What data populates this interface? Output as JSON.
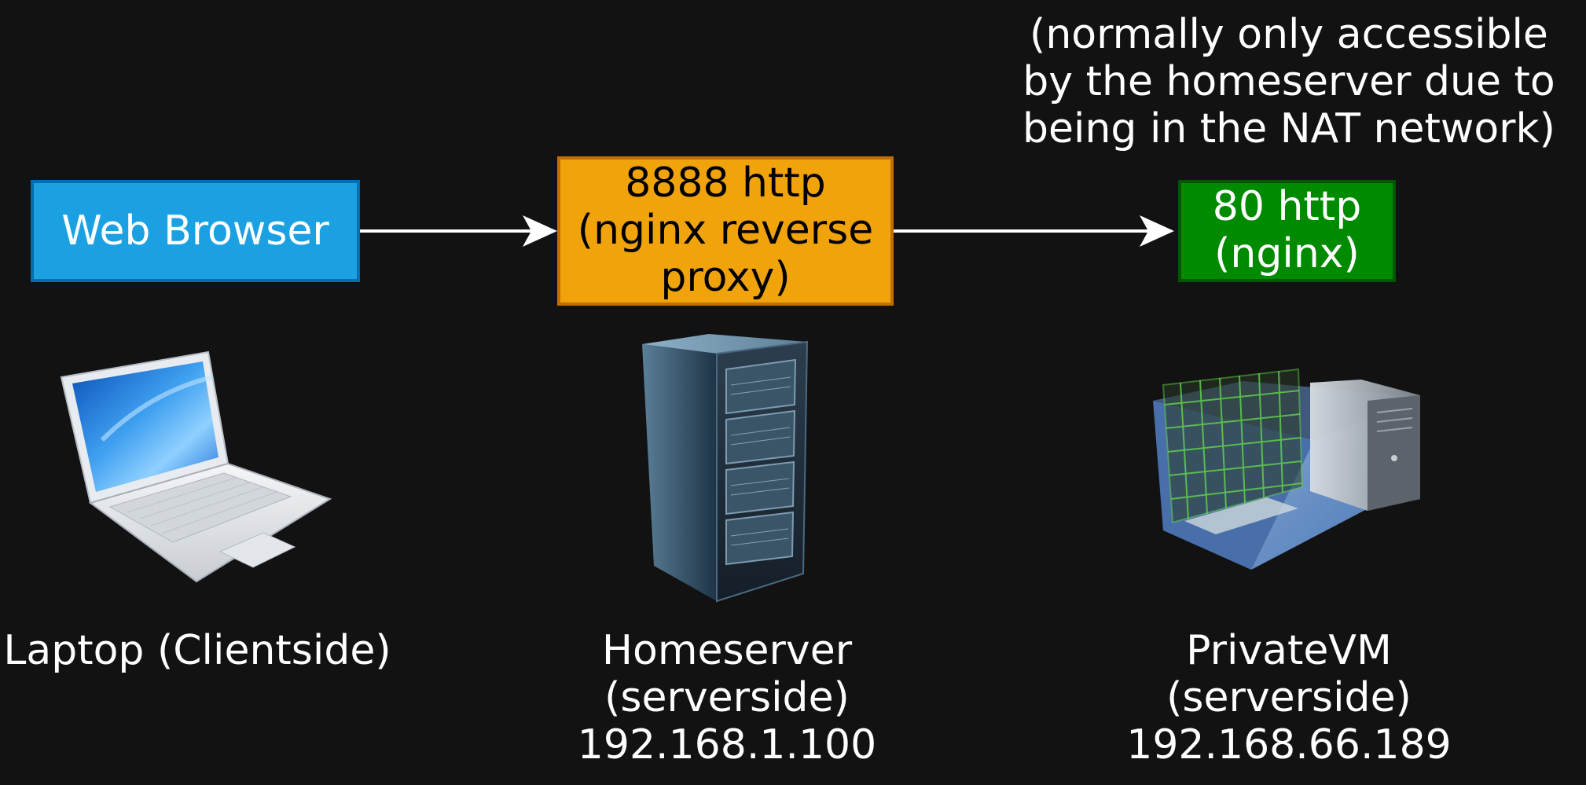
{
  "boxes": {
    "browser": "Web Browser",
    "proxy": "8888 http\n(nginx reverse\nproxy)",
    "vm_nginx": "80 http\n(nginx)"
  },
  "labels": {
    "note": "(normally only accessible\nby the homeserver due to\nbeing in the NAT network)",
    "laptop": "Laptop (Clientside)",
    "homeserver": "Homeserver\n(serverside)\n192.168.1.100",
    "vm": "PrivateVM\n(serverside)\n192.168.66.189"
  },
  "icons": {
    "laptop": "laptop-icon",
    "server": "server-rack-icon",
    "vm": "virtual-machine-icon"
  },
  "colors": {
    "background": "#121212",
    "browser_fill": "#1ba1e2",
    "proxy_fill": "#f0a30a",
    "vm_nginx_fill": "#008a00",
    "arrow": "#ffffff"
  }
}
